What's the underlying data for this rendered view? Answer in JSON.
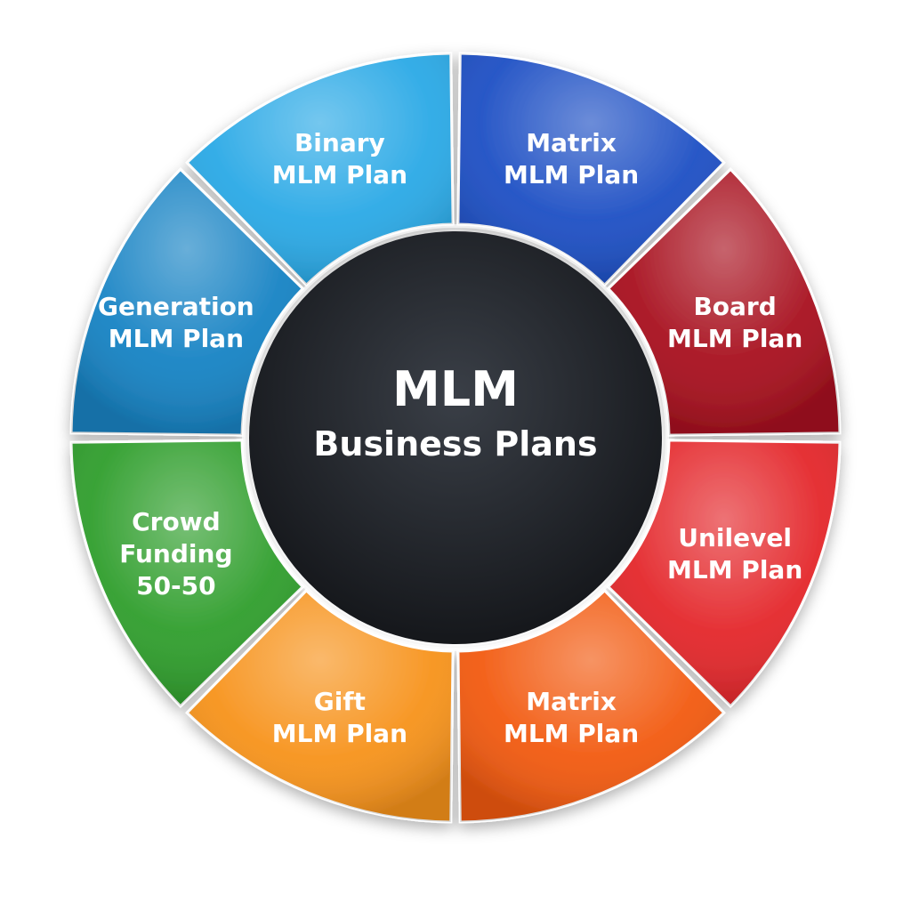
{
  "center": {
    "line1": "MLM",
    "line2": "Business Plans",
    "color": "#1c1f24"
  },
  "segments": [
    {
      "id": "binary",
      "lines": [
        "Binary",
        "MLM Plan"
      ],
      "color": "#2aa9e6"
    },
    {
      "id": "matrix-top",
      "lines": [
        "Matrix",
        "MLM Plan"
      ],
      "color": "#1d4fc4"
    },
    {
      "id": "board",
      "lines": [
        "Board",
        "MLM Plan"
      ],
      "color": "#a8101e"
    },
    {
      "id": "unilevel",
      "lines": [
        "Unilevel",
        "MLM Plan"
      ],
      "color": "#e4272b"
    },
    {
      "id": "matrix-bottom",
      "lines": [
        "Matrix",
        "MLM Plan"
      ],
      "color": "#f25a10"
    },
    {
      "id": "gift",
      "lines": [
        "Gift",
        "MLM Plan"
      ],
      "color": "#f7931c"
    },
    {
      "id": "crowd",
      "lines": [
        "Crowd",
        "Funding",
        "50-50"
      ],
      "color": "#2f9e2c"
    },
    {
      "id": "generation",
      "lines": [
        "Generation",
        "MLM Plan"
      ],
      "color": "#1783c4"
    }
  ]
}
